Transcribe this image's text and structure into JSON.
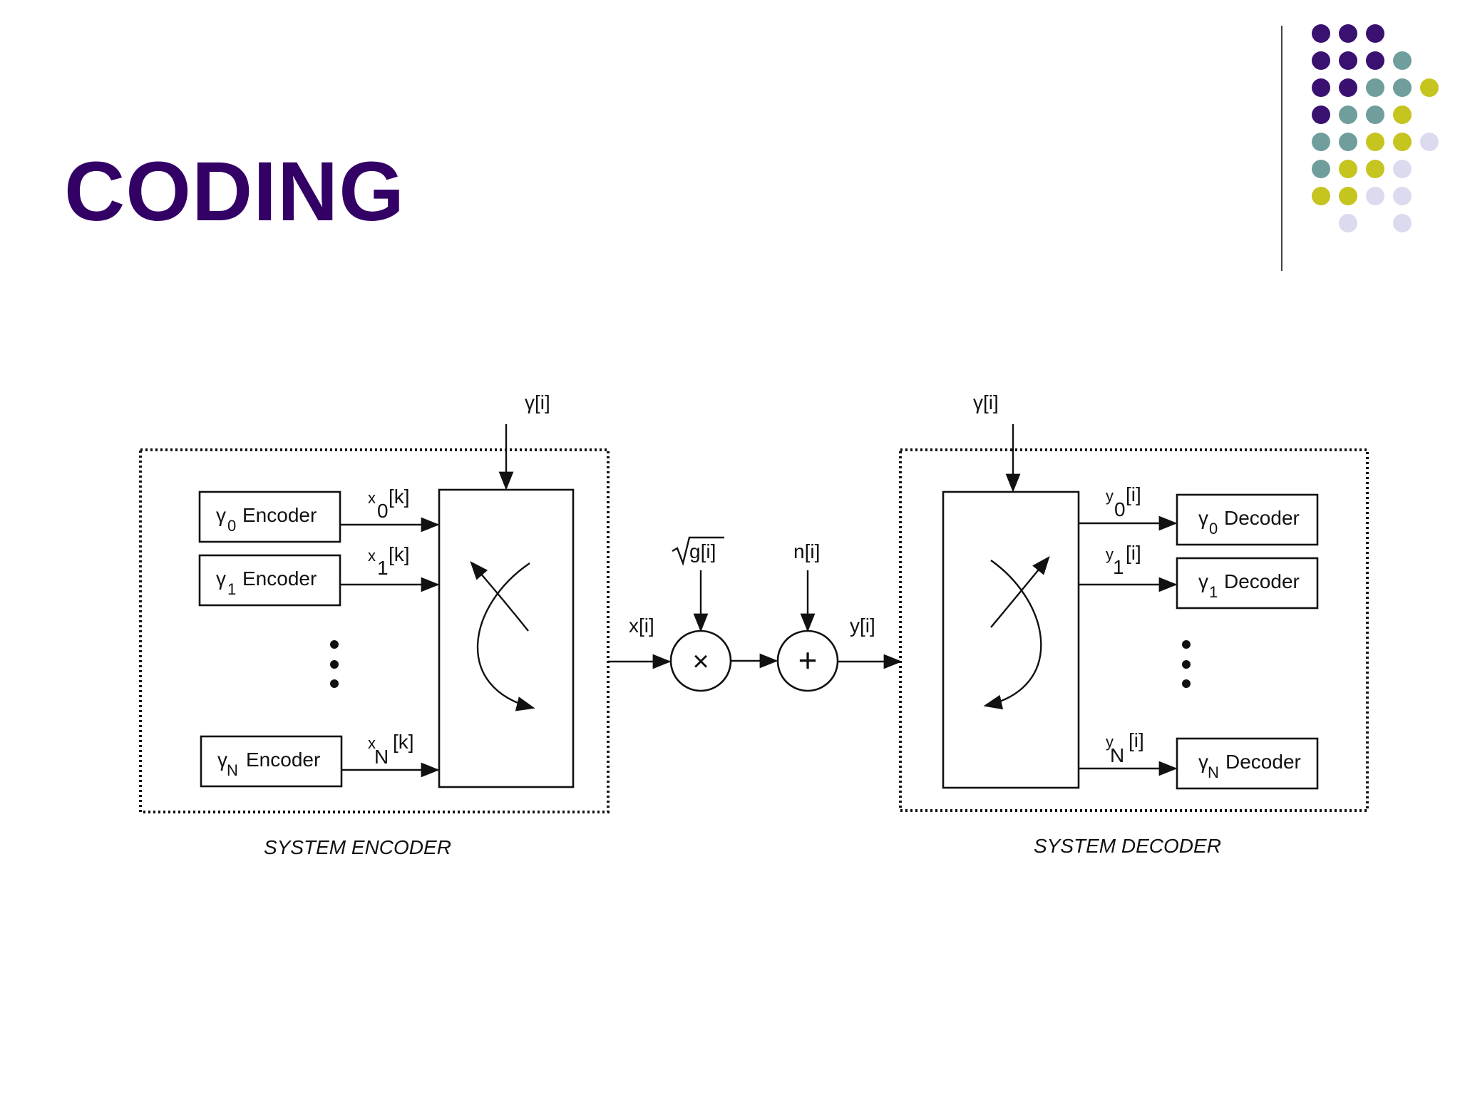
{
  "slide": {
    "title": "CODING"
  },
  "colors": {
    "title": "#330066",
    "dot_purple": "#3a1170",
    "dot_teal": "#6f9e9c",
    "dot_lime": "#c6c41e",
    "dot_lavender": "#dcdaee"
  },
  "dot_pattern": [
    [
      "P",
      "P",
      "P",
      "",
      "",
      ""
    ],
    [
      "P",
      "P",
      "P",
      "T",
      "",
      ""
    ],
    [
      "P",
      "P",
      "T",
      "T",
      "L",
      ""
    ],
    [
      "P",
      "T",
      "T",
      "L",
      "",
      ""
    ],
    [
      "T",
      "T",
      "L",
      "L",
      "V",
      ""
    ],
    [
      "T",
      "L",
      "L",
      "V",
      "",
      ""
    ],
    [
      "L",
      "L",
      "V",
      "V",
      "",
      ""
    ],
    [
      "",
      "V",
      "",
      "V",
      "",
      ""
    ]
  ],
  "encoder": {
    "control_label": "γ[i]",
    "blocks": [
      {
        "sym": "γ",
        "sub": "0",
        "text": "Encoder"
      },
      {
        "sym": "γ",
        "sub": "1",
        "text": "Encoder"
      },
      {
        "sym": "γ",
        "sub": "N",
        "text": "Encoder"
      }
    ],
    "outputs": [
      {
        "base": "x",
        "sub": "0",
        "arg": "[k]"
      },
      {
        "base": "x",
        "sub": "1",
        "arg": "[k]"
      },
      {
        "base": "x",
        "sub": "N",
        "arg": "[k]"
      }
    ],
    "caption": "SYSTEM ENCODER"
  },
  "channel": {
    "input_label": "x[i]",
    "gain_label": "g[i]",
    "noise_label": "n[i]",
    "output_label": "y[i]",
    "multiply_symbol": "×",
    "add_symbol": "+"
  },
  "decoder": {
    "control_label": "γ[i]",
    "inputs": [
      {
        "base": "y",
        "sub": "0",
        "arg": "[i]"
      },
      {
        "base": "y",
        "sub": "1",
        "arg": "[i]"
      },
      {
        "base": "y",
        "sub": "N",
        "arg": "[i]"
      }
    ],
    "blocks": [
      {
        "sym": "γ",
        "sub": "0",
        "text": "Decoder"
      },
      {
        "sym": "γ",
        "sub": "1",
        "text": "Decoder"
      },
      {
        "sym": "γ",
        "sub": "N",
        "text": "Decoder"
      }
    ],
    "caption": "SYSTEM DECODER"
  }
}
